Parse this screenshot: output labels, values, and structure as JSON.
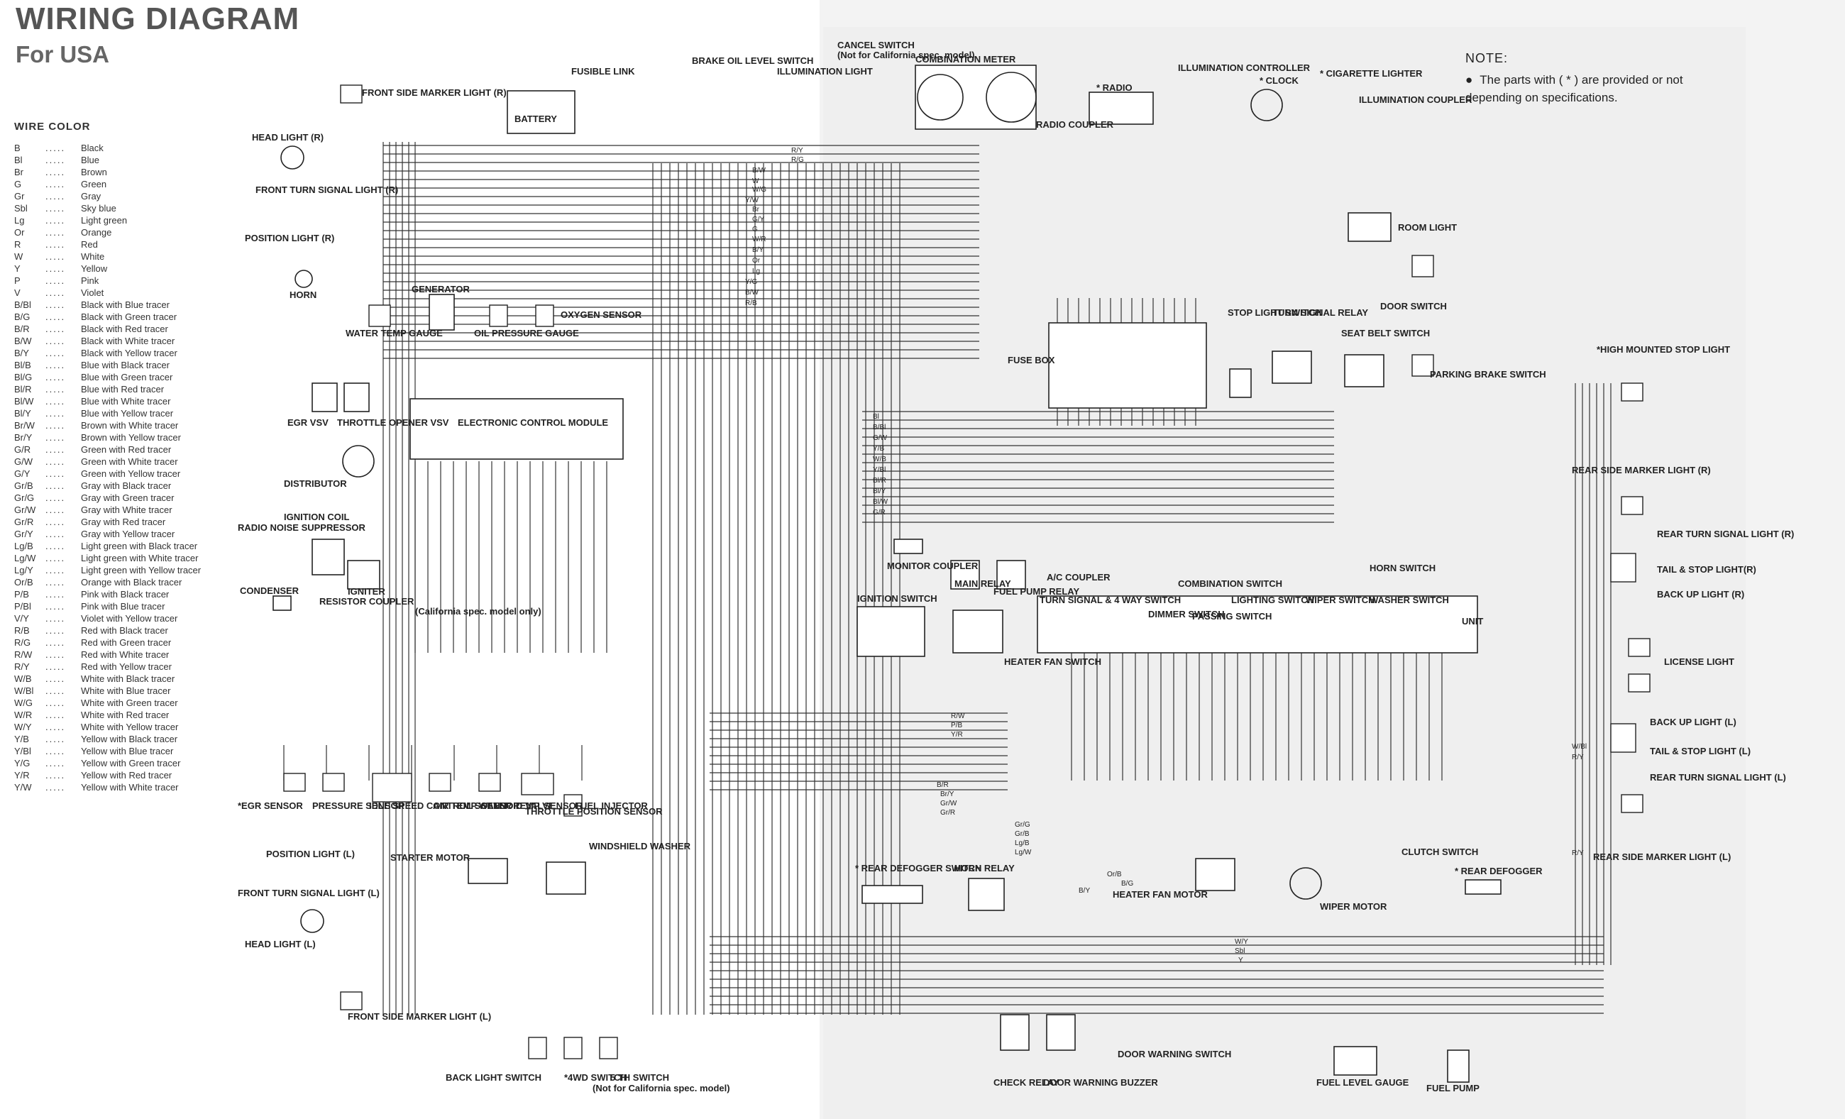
{
  "header": {
    "title": "WIRING DIAGRAM",
    "subtitle": "For USA"
  },
  "wire_color": {
    "heading": "WIRE COLOR",
    "entries": [
      {
        "code": "B",
        "desc": "Black"
      },
      {
        "code": "Bl",
        "desc": "Blue"
      },
      {
        "code": "Br",
        "desc": "Brown"
      },
      {
        "code": "G",
        "desc": "Green"
      },
      {
        "code": "Gr",
        "desc": "Gray"
      },
      {
        "code": "Sbl",
        "desc": "Sky blue"
      },
      {
        "code": "Lg",
        "desc": "Light green"
      },
      {
        "code": "Or",
        "desc": "Orange"
      },
      {
        "code": "R",
        "desc": "Red"
      },
      {
        "code": "W",
        "desc": "White"
      },
      {
        "code": "Y",
        "desc": "Yellow"
      },
      {
        "code": "P",
        "desc": "Pink"
      },
      {
        "code": "V",
        "desc": "Violet"
      },
      {
        "code": "B/Bl",
        "desc": "Black with Blue tracer"
      },
      {
        "code": "B/G",
        "desc": "Black with Green tracer"
      },
      {
        "code": "B/R",
        "desc": "Black with Red tracer"
      },
      {
        "code": "B/W",
        "desc": "Black with White tracer"
      },
      {
        "code": "B/Y",
        "desc": "Black with Yellow tracer"
      },
      {
        "code": "Bl/B",
        "desc": "Blue with Black tracer"
      },
      {
        "code": "Bl/G",
        "desc": "Blue with Green tracer"
      },
      {
        "code": "Bl/R",
        "desc": "Blue with Red tracer"
      },
      {
        "code": "Bl/W",
        "desc": "Blue with White tracer"
      },
      {
        "code": "Bl/Y",
        "desc": "Blue with Yellow tracer"
      },
      {
        "code": "Br/W",
        "desc": "Brown with White tracer"
      },
      {
        "code": "Br/Y",
        "desc": "Brown with Yellow tracer"
      },
      {
        "code": "G/R",
        "desc": "Green with Red tracer"
      },
      {
        "code": "G/W",
        "desc": "Green with White tracer"
      },
      {
        "code": "G/Y",
        "desc": "Green with Yellow tracer"
      },
      {
        "code": "Gr/B",
        "desc": "Gray with Black tracer"
      },
      {
        "code": "Gr/G",
        "desc": "Gray with Green tracer"
      },
      {
        "code": "Gr/W",
        "desc": "Gray with White tracer"
      },
      {
        "code": "Gr/R",
        "desc": "Gray with Red tracer"
      },
      {
        "code": "Gr/Y",
        "desc": "Gray with Yellow tracer"
      },
      {
        "code": "Lg/B",
        "desc": "Light green with Black tracer"
      },
      {
        "code": "Lg/W",
        "desc": "Light green with White tracer"
      },
      {
        "code": "Lg/Y",
        "desc": "Light green with Yellow tracer"
      },
      {
        "code": "Or/B",
        "desc": "Orange with Black tracer"
      },
      {
        "code": "P/B",
        "desc": "Pink with Black tracer"
      },
      {
        "code": "P/Bl",
        "desc": "Pink with Blue tracer"
      },
      {
        "code": "V/Y",
        "desc": "Violet with Yellow tracer"
      },
      {
        "code": "R/B",
        "desc": "Red with Black tracer"
      },
      {
        "code": "R/G",
        "desc": "Red with Green tracer"
      },
      {
        "code": "R/W",
        "desc": "Red with White tracer"
      },
      {
        "code": "R/Y",
        "desc": "Red with Yellow tracer"
      },
      {
        "code": "W/B",
        "desc": "White with Black tracer"
      },
      {
        "code": "W/Bl",
        "desc": "White with Blue tracer"
      },
      {
        "code": "W/G",
        "desc": "White with Green tracer"
      },
      {
        "code": "W/R",
        "desc": "White with Red tracer"
      },
      {
        "code": "W/Y",
        "desc": "White with Yellow tracer"
      },
      {
        "code": "Y/B",
        "desc": "Yellow with Black tracer"
      },
      {
        "code": "Y/Bl",
        "desc": "Yellow with Blue tracer"
      },
      {
        "code": "Y/G",
        "desc": "Yellow with Green tracer"
      },
      {
        "code": "Y/R",
        "desc": "Yellow with Red tracer"
      },
      {
        "code": "Y/W",
        "desc": "Yellow with White tracer"
      }
    ]
  },
  "note": {
    "title": "NOTE:",
    "text": "The parts with ( * ) are provided or not depending on specifications."
  },
  "components": {
    "front_side_marker_r": "FRONT SIDE MARKER LIGHT (R)",
    "fusible_link": "FUSIBLE LINK",
    "battery": "BATTERY",
    "brake_oil_level": "BRAKE OIL LEVEL SWITCH",
    "illumination_light": "ILLUMINATION LIGHT",
    "cancel_switch": "CANCEL SWITCH",
    "cancel_switch_note": "(Not for California spec. model)",
    "combination_meter": "COMBINATION METER",
    "radio": "* RADIO",
    "radio_coupler": "RADIO COUPLER",
    "illumination_controller": "ILLUMINATION CONTROLLER",
    "clock": "* CLOCK",
    "cigarette_lighter": "* CIGARETTE LIGHTER",
    "illumination_coupler": "ILLUMINATION COUPLER",
    "head_light_r": "HEAD LIGHT (R)",
    "front_turn_signal_r": "FRONT TURN SIGNAL LIGHT (R)",
    "position_light_r": "POSITION LIGHT (R)",
    "horn": "HORN",
    "generator": "GENERATOR",
    "water_temp_gauge": "WATER TEMP GAUGE",
    "oil_pressure_gauge": "OIL PRESSURE GAUGE",
    "oxygen_sensor": "OXYGEN SENSOR",
    "room_light": "ROOM LIGHT",
    "door_switch": "DOOR SWITCH",
    "fuse_box": "FUSE BOX",
    "stop_light_switch": "STOP LIGHT SWITCH",
    "turn_signal_relay": "TURN SIGNAL RELAY",
    "seat_belt_switch": "SEAT BELT SWITCH",
    "parking_brake_switch": "PARKING BRAKE SWITCH",
    "high_mounted_stop": "*HIGH MOUNTED STOP LIGHT",
    "egr_vsv": "EGR VSV",
    "throttle_opener_vsv": "THROTTLE OPENER VSV",
    "ecm": "ELECTRONIC CONTROL MODULE",
    "distributor": "DISTRIBUTOR",
    "ignition_coil": "IGNITION COIL",
    "radio_noise_suppressor": "RADIO NOISE SUPPRESSOR",
    "igniter": "IGNITER",
    "condenser": "CONDENSER",
    "resistor_coupler": "RESISTOR COUPLER",
    "california_note": "(California spec. model only)",
    "rear_side_marker_r": "REAR SIDE MARKER LIGHT (R)",
    "monitor_coupler": "MONITOR COUPLER",
    "main_relay": "MAIN RELAY",
    "fuel_pump_relay": "FUEL PUMP RELAY",
    "ac_coupler": "A/C COUPLER",
    "horn_switch": "HORN SWITCH",
    "rear_turn_signal_r": "REAR TURN SIGNAL LIGHT (R)",
    "tail_stop_r": "TAIL & STOP LIGHT(R)",
    "back_up_r": "BACK UP LIGHT (R)",
    "combination_switch": "COMBINATION SWITCH",
    "ignition_switch": "IGNITION SWITCH",
    "heater_fan_switch": "HEATER FAN SWITCH",
    "turn_signal_4way": "TURN SIGNAL & 4 WAY SWITCH",
    "lighting_switch": "LIGHTING SWITCH",
    "dimmer_switch": "DIMMER SWITCH",
    "passing_switch": "PASSING SWITCH",
    "wiper_switch": "WIPER SWITCH",
    "washer_switch": "WASHER SWITCH",
    "unit": "UNIT",
    "license_light": "LICENSE LIGHT",
    "back_up_l": "BACK UP LIGHT (L)",
    "tail_stop_l": "TAIL & STOP LIGHT (L)",
    "rear_turn_signal_l": "REAR TURN SIGNAL LIGHT (L)",
    "egr_sensor": "*EGR SENSOR",
    "pressure_sensor": "PRESSURE SENSOR",
    "idle_speed_valve": "IDLE SPEED CONTROL SOLENOID VALVE",
    "air_temp_sensor": "AIR TEMP. SENSOR",
    "water_temp_sensor": "WATER TEMP. SENSOR",
    "throttle_position_sensor": "THROTTLE POSITION SENSOR",
    "fuel_injector": "FUEL INJECTOR",
    "rear_side_marker_l": "REAR SIDE MARKER LIGHT (L)",
    "position_light_l": "POSITION LIGHT (L)",
    "starter_motor": "STARTER MOTOR",
    "windshield_washer": "WINDSHIELD WASHER",
    "front_turn_signal_l": "FRONT TURN SIGNAL LIGHT (L)",
    "head_light_l": "HEAD LIGHT (L)",
    "rear_defogger_switch": "* REAR DEFOGGER SWITCH",
    "horn_relay": "HORN RELAY",
    "heater_fan_motor": "HEATER FAN MOTOR",
    "wiper_motor": "WIPER MOTOR",
    "clutch_switch": "CLUTCH SWITCH",
    "rear_defogger": "* REAR DEFOGGER",
    "front_side_marker_l": "FRONT SIDE MARKER LIGHT (L)",
    "back_light_switch": "BACK LIGHT SWITCH",
    "four_wd_switch": "*4WD SWITCH",
    "fifth_switch": "5 TH SWITCH",
    "fifth_switch_note": "(Not for California spec. model)",
    "check_relay": "CHECK RELAY",
    "door_warning_buzzer": "DOOR WARNING BUZZER",
    "door_warning_switch": "DOOR WARNING SWITCH",
    "fuel_level_gauge": "FUEL LEVEL GAUGE",
    "fuel_pump": "FUEL PUMP"
  },
  "wire_labels": [
    "R/Y",
    "R/G",
    "B/W",
    "W",
    "W/G",
    "Y/W",
    "Br",
    "G/Y",
    "G",
    "W/R",
    "B/Y",
    "Or",
    "Lg",
    "Y/G",
    "B/W",
    "R/B",
    "Bl",
    "B/Bl",
    "G/W",
    "Y/B",
    "W/B",
    "Y/Bl",
    "Bl/R",
    "Bl/Y",
    "Bl/W",
    "G/R",
    "R/W",
    "P/B",
    "Y/R",
    "W/Y",
    "Sbl",
    "Y",
    "B/R",
    "Br/Y",
    "Gr/W",
    "Gr/R",
    "Gr/G",
    "Gr/B",
    "Lg/B",
    "Lg/W",
    "Or/B",
    "B/G",
    "B/Y",
    "W/Bl",
    "R/Y",
    "R/Y"
  ]
}
